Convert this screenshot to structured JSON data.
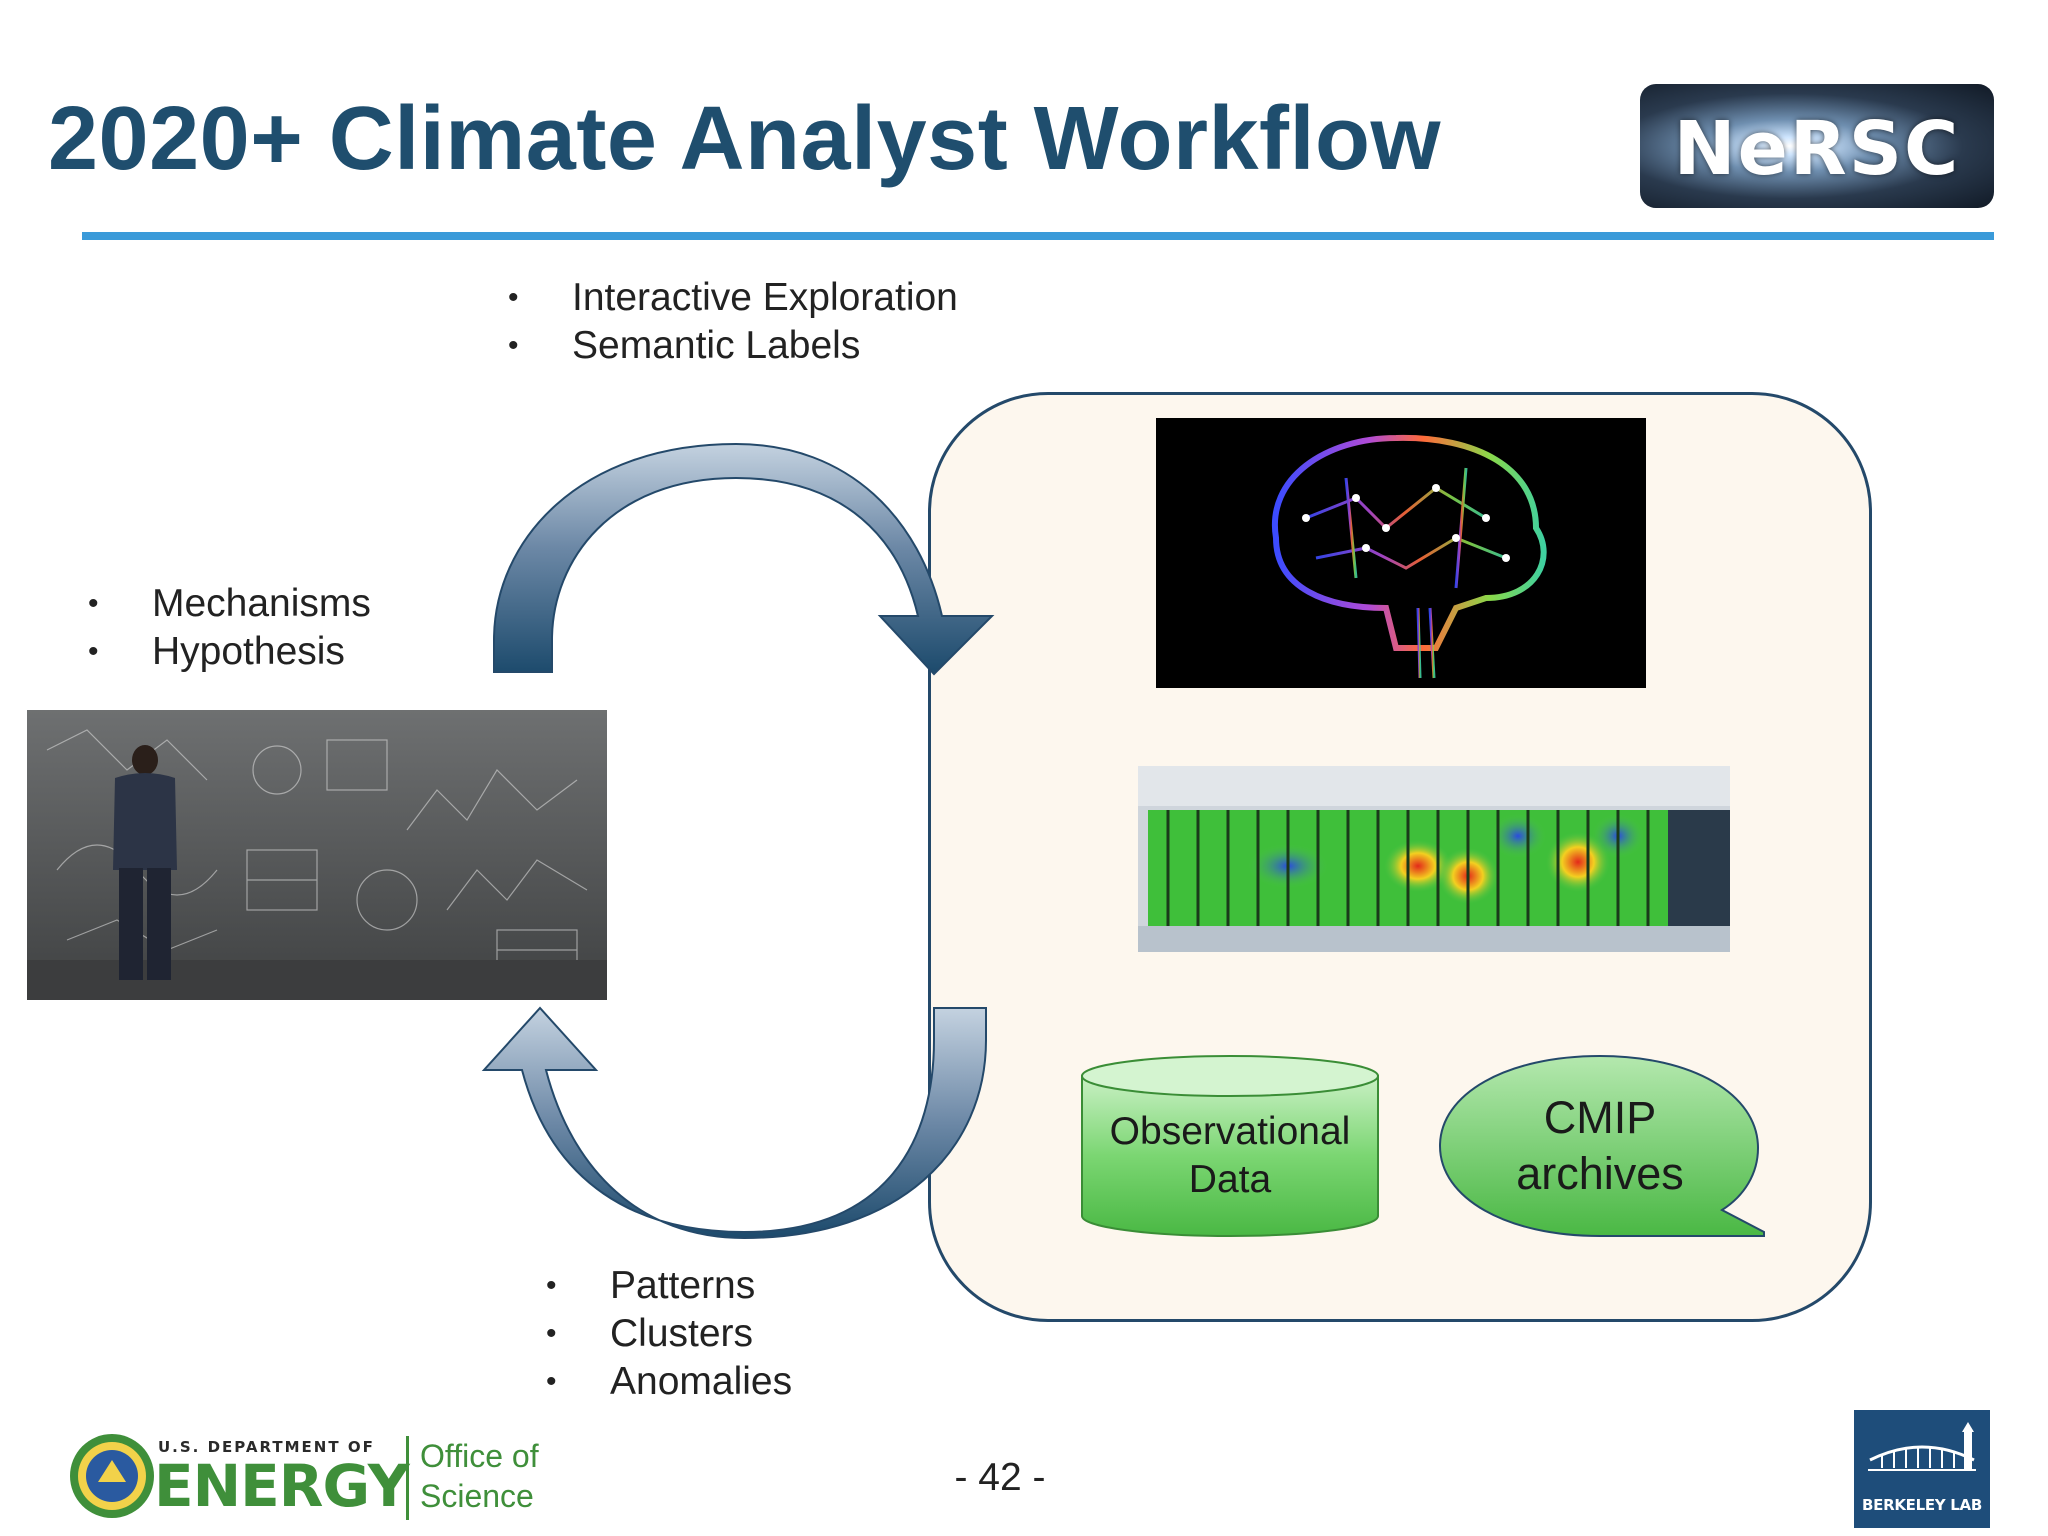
{
  "slide": {
    "title": "2020+ Climate Analyst Workflow",
    "page_number": "- 42 -"
  },
  "logos": {
    "nersc": "NeRSC",
    "doe_small": "U.S. DEPARTMENT OF",
    "doe_energy": "ENERGY",
    "doe_office_line1": "Office of",
    "doe_office_line2": "Science",
    "berkeley": "BERKELEY LAB"
  },
  "bullets": {
    "top": [
      "Interactive Exploration",
      "Semantic Labels"
    ],
    "left": [
      "Mechanisms",
      "Hypothesis"
    ],
    "bottom": [
      "Patterns",
      "Clusters",
      "Anomalies"
    ]
  },
  "resources": {
    "observational_data_line1": "Observational",
    "observational_data_line2": "Data",
    "cmip_line1": "CMIP",
    "cmip_line2": "archives"
  },
  "colors": {
    "title": "#1f4e6e",
    "rule": "#3a9ad9",
    "panel_fill": "#fdf7ee",
    "panel_border": "#24496a",
    "arrow_dark": "#1c4a6c",
    "arrow_light": "#b9c9da",
    "green_shape": "#5cc85a",
    "doe_green": "#3f8f3a",
    "berkeley_blue": "#1e4d7a"
  },
  "icons": {
    "top_arrow": "curved-arrow-right-icon",
    "bottom_arrow": "curved-arrow-left-icon",
    "doe_seal": "doe-seal-icon",
    "berkeley_building": "berkeley-building-icon"
  }
}
